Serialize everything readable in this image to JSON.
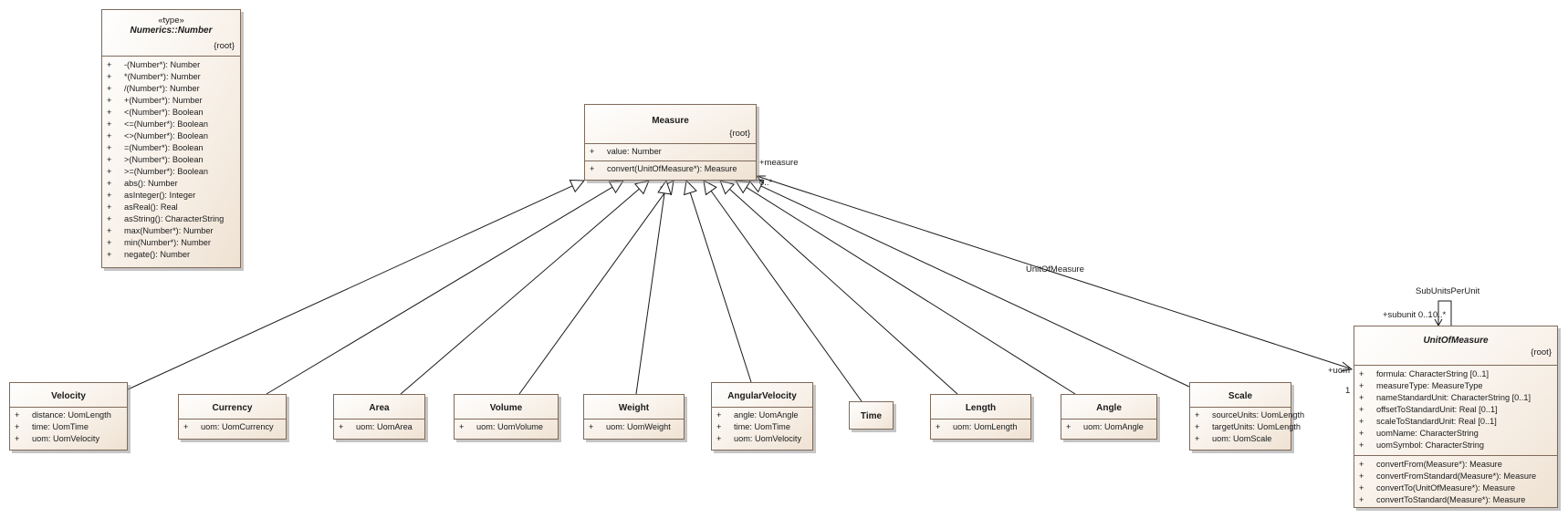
{
  "number": {
    "stereotype": "«type»",
    "name": "Numerics::Number",
    "root": "{root}",
    "operations": [
      {
        "vis": "+",
        "text": "-(Number*): Number"
      },
      {
        "vis": "+",
        "text": "*(Number*): Number"
      },
      {
        "vis": "+",
        "text": "/(Number*): Number"
      },
      {
        "vis": "+",
        "text": "+(Number*): Number"
      },
      {
        "vis": "+",
        "text": "<(Number*): Boolean"
      },
      {
        "vis": "+",
        "text": "<=(Number*): Boolean"
      },
      {
        "vis": "+",
        "text": "<>(Number*): Boolean"
      },
      {
        "vis": "+",
        "text": "=(Number*): Boolean"
      },
      {
        "vis": "+",
        "text": ">(Number*): Boolean"
      },
      {
        "vis": "+",
        "text": ">=(Number*): Boolean"
      },
      {
        "vis": "+",
        "text": "abs(): Number"
      },
      {
        "vis": "+",
        "text": "asInteger(): Integer"
      },
      {
        "vis": "+",
        "text": "asReal(): Real"
      },
      {
        "vis": "+",
        "text": "asString(): CharacterString"
      },
      {
        "vis": "+",
        "text": "max(Number*): Number"
      },
      {
        "vis": "+",
        "text": "min(Number*): Number"
      },
      {
        "vis": "+",
        "text": "negate(): Number"
      }
    ]
  },
  "measure": {
    "name": "Measure",
    "root": "{root}",
    "attributes": [
      {
        "vis": "+",
        "text": "value: Number"
      }
    ],
    "operations": [
      {
        "vis": "+",
        "text": "convert(UnitOfMeasure*): Measure"
      }
    ]
  },
  "subclasses": [
    {
      "name": "Velocity",
      "attributes": [
        {
          "vis": "+",
          "text": "distance: UomLength"
        },
        {
          "vis": "+",
          "text": "time: UomTime"
        },
        {
          "vis": "+",
          "text": "uom: UomVelocity"
        }
      ]
    },
    {
      "name": "Currency",
      "attributes": [
        {
          "vis": "+",
          "text": "uom: UomCurrency"
        }
      ]
    },
    {
      "name": "Area",
      "attributes": [
        {
          "vis": "+",
          "text": "uom: UomArea"
        }
      ]
    },
    {
      "name": "Volume",
      "attributes": [
        {
          "vis": "+",
          "text": "uom: UomVolume"
        }
      ]
    },
    {
      "name": "Weight",
      "attributes": [
        {
          "vis": "+",
          "text": "uom: UomWeight"
        }
      ]
    },
    {
      "name": "AngularVelocity",
      "attributes": [
        {
          "vis": "+",
          "text": "angle: UomAngle"
        },
        {
          "vis": "+",
          "text": "time: UomTime"
        },
        {
          "vis": "+",
          "text": "uom: UomVelocity"
        }
      ]
    },
    {
      "name": "Time",
      "attributes": []
    },
    {
      "name": "Length",
      "attributes": [
        {
          "vis": "+",
          "text": "uom: UomLength"
        }
      ]
    },
    {
      "name": "Angle",
      "attributes": [
        {
          "vis": "+",
          "text": "uom: UomAngle"
        }
      ]
    },
    {
      "name": "Scale",
      "attributes": [
        {
          "vis": "+",
          "text": "sourceUnits: UomLength"
        },
        {
          "vis": "+",
          "text": "targetUnits: UomLength"
        },
        {
          "vis": "+",
          "text": "uom: UomScale"
        }
      ]
    }
  ],
  "unitOfMeasure": {
    "name": "UnitOfMeasure",
    "root": "{root}",
    "attributes": [
      {
        "vis": "+",
        "text": "formula: CharacterString [0..1]"
      },
      {
        "vis": "+",
        "text": "measureType: MeasureType"
      },
      {
        "vis": "+",
        "text": "nameStandardUnit: CharacterString [0..1]"
      },
      {
        "vis": "+",
        "text": "offsetToStandardUnit: Real [0..1]"
      },
      {
        "vis": "+",
        "text": "scaleToStandardUnit: Real [0..1]"
      },
      {
        "vis": "+",
        "text": "uomName: CharacterString"
      },
      {
        "vis": "+",
        "text": "uomSymbol: CharacterString"
      }
    ],
    "operations": [
      {
        "vis": "+",
        "text": "convertFrom(Measure*): Measure"
      },
      {
        "vis": "+",
        "text": "convertFromStandard(Measure*): Measure"
      },
      {
        "vis": "+",
        "text": "convertTo(UnitOfMeasure*): Measure"
      },
      {
        "vis": "+",
        "text": "convertToStandard(Measure*): Measure"
      }
    ]
  },
  "association": {
    "name": "UnitOfMeasure",
    "measure_role": "+measure",
    "measure_mult": "0..*",
    "uom_role": "+uom",
    "uom_mult": "1"
  },
  "selfAssociation": {
    "name": "SubUnitsPerUnit",
    "role": "+subunit",
    "role_mult": "0..1",
    "other_mult": "0..*"
  }
}
